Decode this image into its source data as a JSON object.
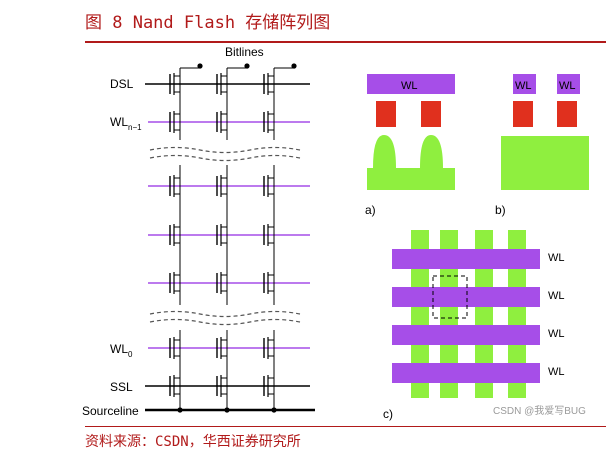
{
  "header": {
    "title": "图 8  Nand Flash 存储阵列图",
    "source": "资料来源：CSDN，华西证券研究所"
  },
  "schematic": {
    "bitlines_label": "Bitlines",
    "dsl": "DSL",
    "wl_n1_main": "WL",
    "wl_n1_sub": "n−1",
    "wl0_main": "WL",
    "wl0_sub": "0",
    "ssl": "SSL",
    "sourceline": "Sourceline"
  },
  "panels": {
    "a_wl": "WL",
    "a_label": "a)",
    "b_wl_left": "WL",
    "b_wl_right": "WL",
    "b_label": "b)",
    "c_wl": [
      "WL",
      "WL",
      "WL",
      "WL"
    ],
    "c_label": "c)",
    "watermark": "CSDN @我爱写BUG"
  },
  "colors": {
    "accent_red": "#b11a1a",
    "wordline_purple": "#a64ee8",
    "cell_red": "#e0301e",
    "channel_green": "#8fef3f",
    "line_black": "#000000"
  }
}
